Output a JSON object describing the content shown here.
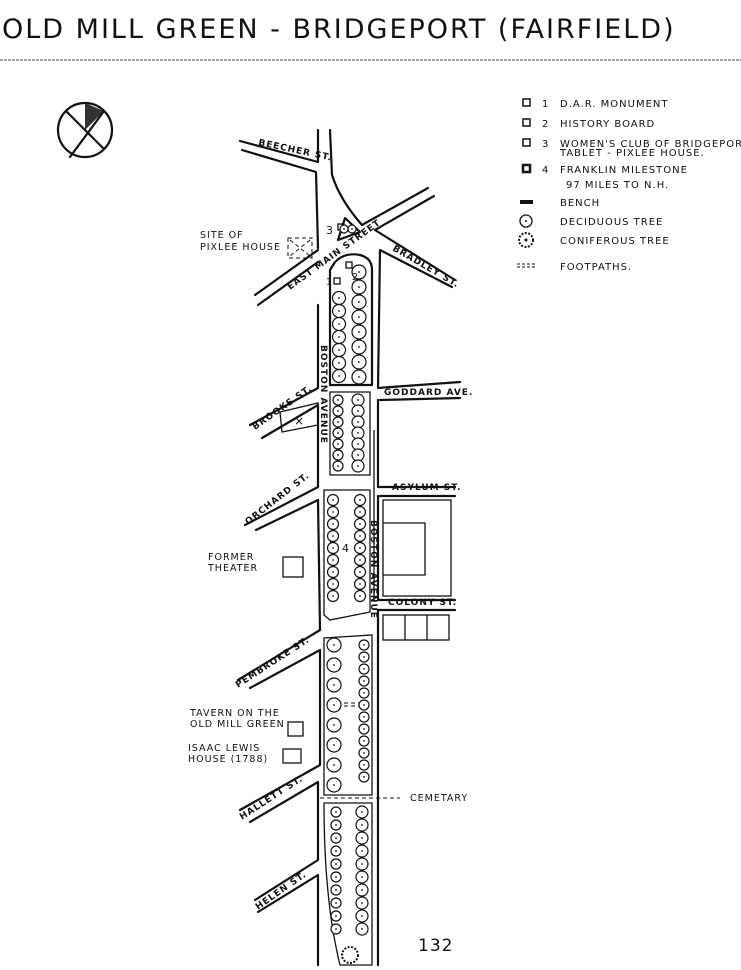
{
  "title": "OLD MILL GREEN - BRIDGEPORT (FAIRFIELD)",
  "legend": {
    "items": [
      {
        "symbol": "square",
        "num": "1",
        "label": "D.A.R. MONUMENT"
      },
      {
        "symbol": "square",
        "num": "2",
        "label": "HISTORY BOARD"
      },
      {
        "symbol": "square",
        "num": "3",
        "label": "WOMEN'S CLUB OF BRIDGEPORT",
        "label2": "TABLET - PIXLEE HOUSE."
      },
      {
        "symbol": "square-bold",
        "num": "4",
        "label": "FRANKLIN MILESTONE",
        "label2": "97 MILES TO N.H."
      },
      {
        "symbol": "bench",
        "label": "BENCH"
      },
      {
        "symbol": "deciduous-tree",
        "label": "DECIDUOUS TREE"
      },
      {
        "symbol": "coniferous-tree",
        "label": "CONIFEROUS TREE"
      },
      {
        "symbol": "footpath",
        "label": "FOOTPATHS."
      }
    ]
  },
  "streets": {
    "beecher": "BEECHER ST.",
    "east_main": "EAST MAIN STREET",
    "bradley": "BRADLEY ST.",
    "goddard": "GODDARD AVE.",
    "brooks": "BROOKS ST.",
    "boston_left": "BOSTON AVENUE",
    "boston_right": "BOSTON AVENUE",
    "asylum": "ASYLUM ST.",
    "orchard": "ORCHARD ST.",
    "colony": "COLONY ST.",
    "pembroke": "PEMBROKE ST.",
    "hallett": "HALLETT ST.",
    "helen": "HELEN ST."
  },
  "places": {
    "pixlee": [
      "SITE OF",
      "PIXLEE HOUSE"
    ],
    "theater": [
      "FORMER",
      "THEATER"
    ],
    "tavern": [
      "TAVERN ON THE",
      "OLD MILL GREEN"
    ],
    "isaac": [
      "ISAAC LEWIS",
      "HOUSE (1788)"
    ],
    "cemetery": "CEMETARY"
  },
  "markers": {
    "m1": "1",
    "m2": "2",
    "m3": "3",
    "m4": "4"
  },
  "page_number": "132"
}
